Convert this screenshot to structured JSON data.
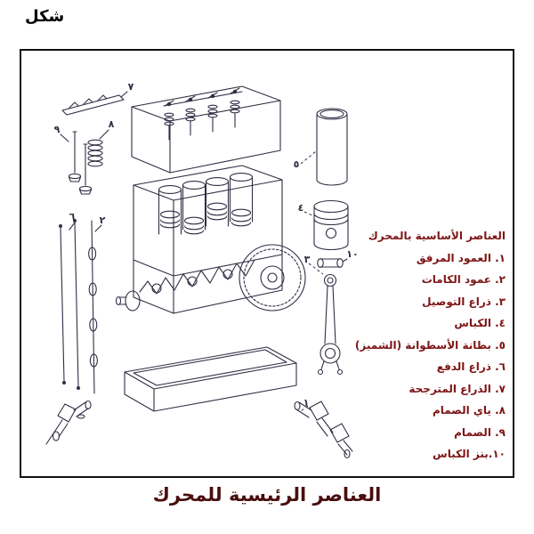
{
  "figure_label": "شكل",
  "caption": "العناصر الرئيسية للمحرك",
  "legend": {
    "title": "العناصر الأساسية بالمحرك",
    "items": [
      "١. العمود المرفق",
      "٢. عمود الكامات",
      "٣. ذراع التوصيل",
      "٤. الكباس",
      "٥. بطانة الأسطوانة (الشميز)",
      "٦. ذراع الدفع",
      "٧. الذراع المترجحة",
      "٨. ياي الصمام",
      "٩. الصمام",
      "١٠.بنز الكباس"
    ]
  },
  "diagram": {
    "callouts": [
      "١",
      "٢",
      "٣",
      "٤",
      "٥",
      "٦",
      "٧",
      "٨",
      "٩",
      "١٠"
    ]
  },
  "colors": {
    "ink": "#2f2f45",
    "legend_text": "#7e1414",
    "caption_text": "#4a0e0e",
    "frame_border": "#111111"
  }
}
